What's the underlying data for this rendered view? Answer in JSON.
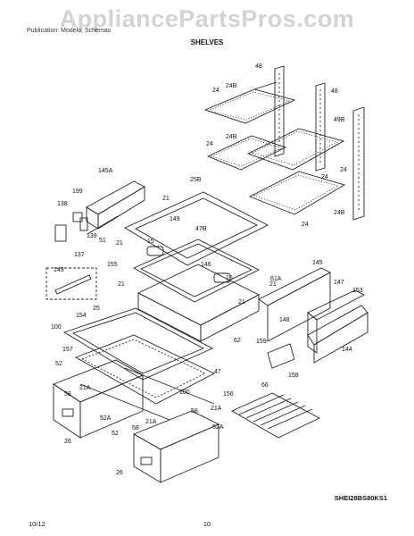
{
  "watermark": "AppliancePartsPros.com",
  "header": {
    "publication": "Publication: Modelo, Schemas",
    "section": "SHELVES"
  },
  "drawing_code": "SHEI28BS80KS1",
  "footer": {
    "date": "10/12",
    "page": "10"
  },
  "callouts": [
    "48",
    "24B",
    "24",
    "48",
    "49B",
    "24B",
    "24",
    "24",
    "24",
    "24B",
    "24",
    "145A",
    "199",
    "138",
    "139",
    "137",
    "21",
    "51",
    "21",
    "25B",
    "149",
    "47B",
    "15",
    "155",
    "146",
    "15",
    "21",
    "21",
    "143",
    "145",
    "61A",
    "147",
    "153",
    "21",
    "62",
    "159",
    "148",
    "158",
    "144",
    "100",
    "154",
    "25",
    "157",
    "52",
    "47",
    "58",
    "21A",
    "156",
    "100",
    "52A",
    "58",
    "21A",
    "52",
    "52A",
    "21A",
    "26",
    "58",
    "26",
    "66"
  ]
}
